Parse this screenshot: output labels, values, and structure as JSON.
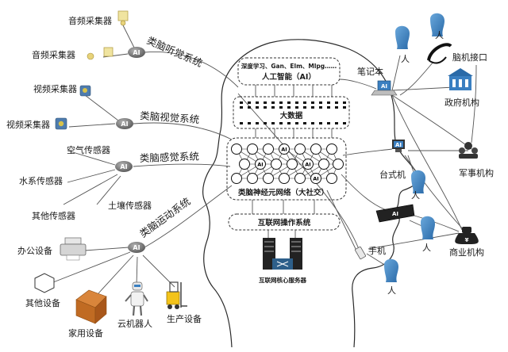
{
  "hubs": {
    "ai_label": "AI"
  },
  "systems": {
    "auditory": "类脑听觉系统",
    "visual": "类脑视觉系统",
    "sensory": "类脑感觉系统",
    "motor": "类脑运动系统"
  },
  "left_nodes": {
    "audio_1": "音频采集器",
    "audio_2": "音频采集器",
    "video_1": "视频采集器",
    "video_2": "视频采集器",
    "air": "空气传感器",
    "water": "水系传感器",
    "other_sensor": "其他传感器",
    "soil": "土壤传感器",
    "office": "办公设备",
    "other_device": "其他设备",
    "home": "家用设备",
    "cloud_robot": "云机器人",
    "production": "生产设备"
  },
  "center": {
    "ai_box_sub": "深度学习、Gan、Elm、Mlpg……",
    "ai_box_title": "人工智能（AI）",
    "bigdata": "大数据",
    "nn_ai": "AI",
    "nn_title": "类脑神经元网络（大社交）",
    "os": "互联网操作系统",
    "server": "互联网核心服务器"
  },
  "right_nodes": {
    "laptop": "笔记本",
    "bci": "脑机接口",
    "gov": "政府机构",
    "desktop": "台式机",
    "military": "军事机构",
    "person": "人",
    "phone": "手机",
    "business": "商业机构"
  },
  "colors": {
    "hub": "#7b7b7b",
    "person": "#3a7fc1",
    "glasses": "#222222"
  }
}
